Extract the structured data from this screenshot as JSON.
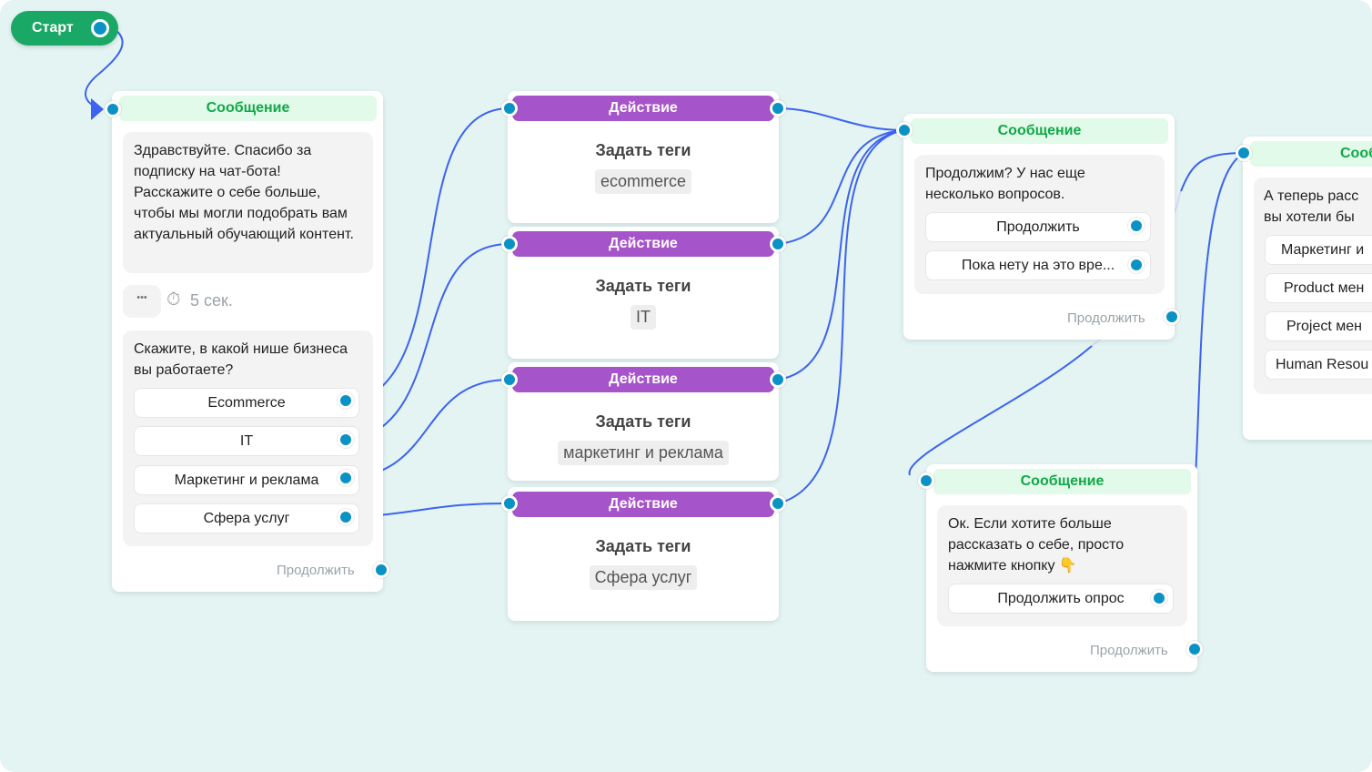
{
  "start": {
    "label": "Старт"
  },
  "message1": {
    "header": "Сообщение",
    "text": "Здравствуйте. Спасибо за подписку на чат-бота! Расскажите о себе больше, чтобы мы могли подобрать вам актуальный обучающий контент.",
    "delay_dots": "•••",
    "delay_icon": "⏱",
    "delay": "5 сек.",
    "question": "Скажите, в какой нише бизнеса вы работаете?",
    "buttons": [
      "Ecommerce",
      "IT",
      "Маркетинг и реклама",
      "Сфера услуг"
    ],
    "continue": "Продолжить"
  },
  "actions": [
    {
      "header": "Действие",
      "title": "Задать теги",
      "tag": "ecommerce"
    },
    {
      "header": "Действие",
      "title": "Задать теги",
      "tag": "IT"
    },
    {
      "header": "Действие",
      "title": "Задать теги",
      "tag": "маркетинг и реклама"
    },
    {
      "header": "Действие",
      "title": "Задать теги",
      "tag": "Сфера услуг"
    }
  ],
  "message2": {
    "header": "Сообщение",
    "text": "Продолжим? У нас еще несколько вопросов.",
    "buttons": [
      "Продолжить",
      "Пока нету на это вре..."
    ],
    "continue": "Продолжить"
  },
  "message3": {
    "header": "Сообщение",
    "text": "Ок. Если хотите больше рассказать о себе, просто нажмите кнопку 👇",
    "buttons": [
      "Продолжить опрос"
    ],
    "continue": "Продолжить"
  },
  "message4": {
    "header": "Сооб",
    "text": "А теперь расс вы хотели бы",
    "buttons": [
      "Маркетинг и",
      "Product мен",
      "Project мен",
      "Human Resou"
    ]
  },
  "colors": {
    "canvas": "#e3f4f3",
    "wire": "#3d63f0",
    "port": "#0a92c4",
    "message_header": "#11a848",
    "action_header": "#a554c9",
    "start": "#1aa866"
  }
}
